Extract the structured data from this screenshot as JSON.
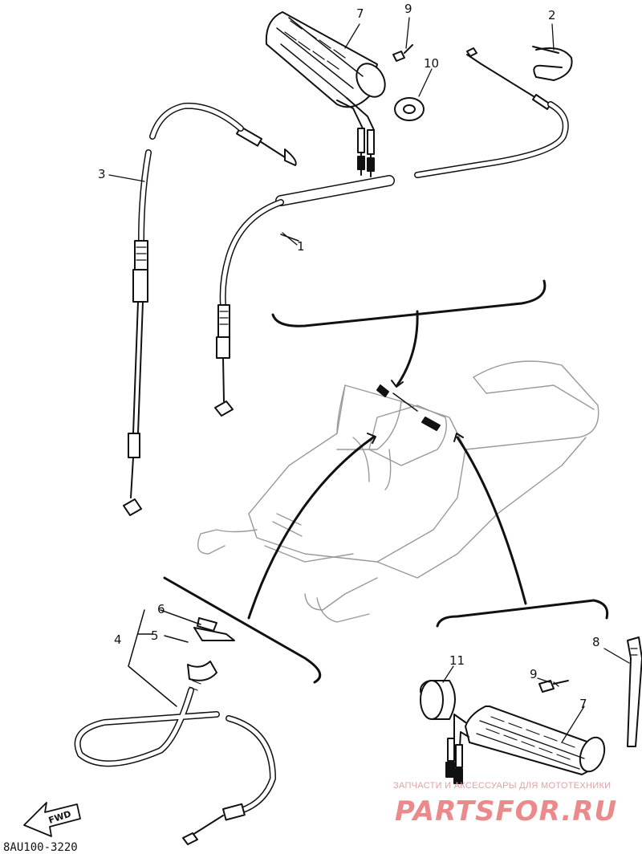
{
  "diagram": {
    "callouts": {
      "c1": "1",
      "c2": "2",
      "c3": "3",
      "c4": "4",
      "c5": "5",
      "c6": "6",
      "c7_top": "7",
      "c7_bottom": "7",
      "c8": "8",
      "c9_top": "9",
      "c9_bottom": "9",
      "c10": "10",
      "c11": "11"
    },
    "direction_arrow": "FWD",
    "figure_code": "8AU100-3220"
  },
  "watermark": {
    "tagline": "ЗАПЧАСТИ И АКСЕССУАРЫ ДЛЯ МОТОТЕХНИКИ",
    "site": "PARTSFOR.RU"
  }
}
